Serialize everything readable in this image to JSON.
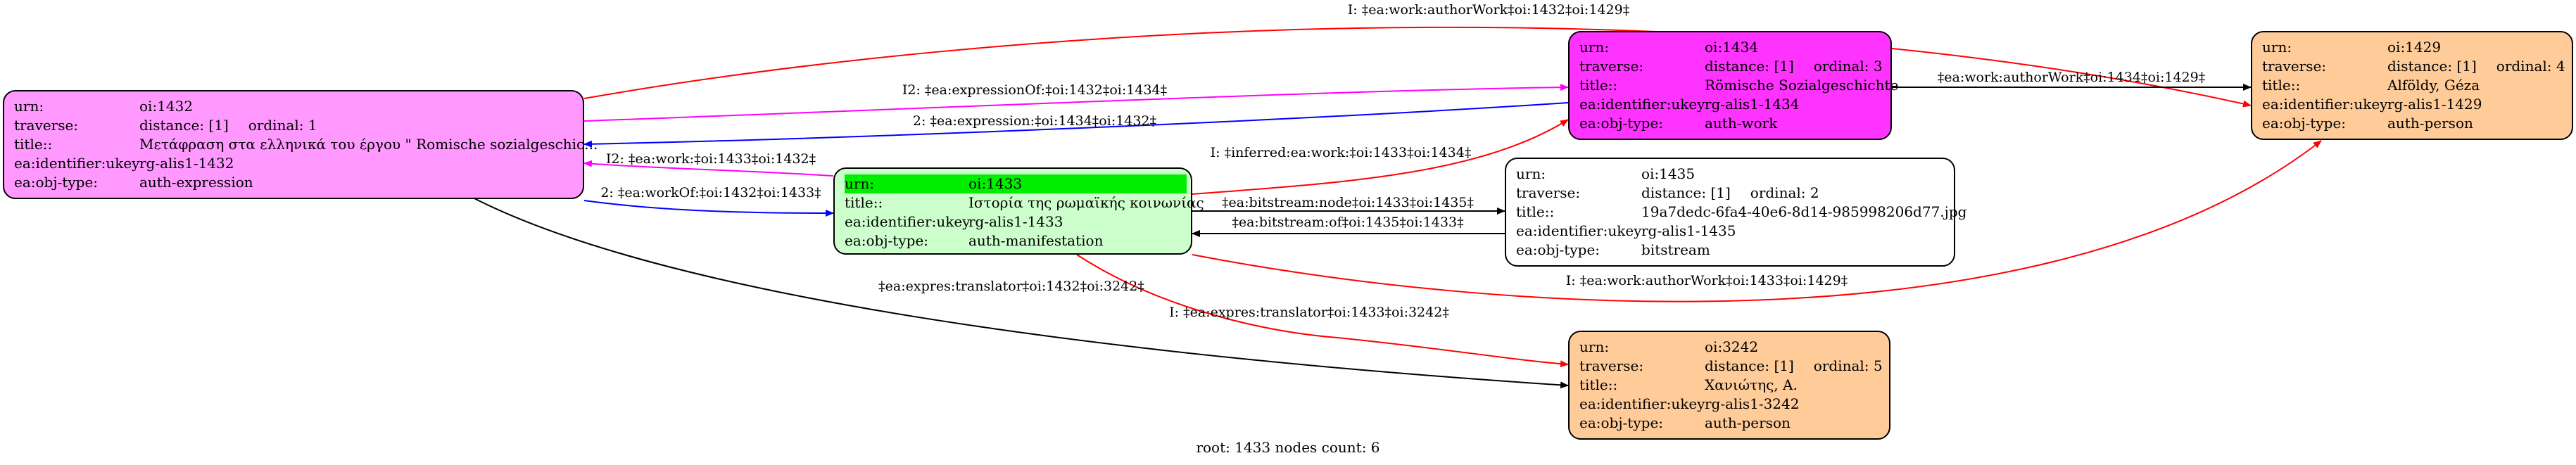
{
  "nodes": {
    "n1432": {
      "color": "#ff99ff",
      "urn_label": "urn:",
      "urn": "oi:1432",
      "traverse_label": "traverse:",
      "distance": "distance: [1]",
      "ordinal": "ordinal: 1",
      "title_label": "title::",
      "title": "Μετάφραση στα ελληνικά του έργου  \" Romische sozialgeschic...",
      "ukey_label": "ea:identifier:ukey",
      "ukey": "rg-alis1-1432",
      "type_label": "ea:obj-type:",
      "type": "auth-expression"
    },
    "n1433": {
      "color": "#ccffcc",
      "urn_label": "urn:",
      "urn": "oi:1433",
      "title_label": "title::",
      "title": "Ιστορία της ρωμαϊκής κοινωνίας",
      "ukey_label": "ea:identifier:ukey",
      "ukey": "rg-alis1-1433",
      "type_label": "ea:obj-type:",
      "type": "auth-manifestation"
    },
    "n1434": {
      "color": "#ff33ff",
      "urn_label": "urn:",
      "urn": "oi:1434",
      "traverse_label": "traverse:",
      "distance": "distance: [1]",
      "ordinal": "ordinal: 3",
      "title_label": "title::",
      "title": "Römische Sozialgeschichte",
      "ukey_label": "ea:identifier:ukey",
      "ukey": "rg-alis1-1434",
      "type_label": "ea:obj-type:",
      "type": "auth-work"
    },
    "n1435": {
      "color": "#ffffff",
      "urn_label": "urn:",
      "urn": "oi:1435",
      "traverse_label": "traverse:",
      "distance": "distance: [1]",
      "ordinal": "ordinal: 2",
      "title_label": "title::",
      "title": "19a7dedc-6fa4-40e6-8d14-985998206d77.jpg",
      "ukey_label": "ea:identifier:ukey",
      "ukey": "rg-alis1-1435",
      "type_label": "ea:obj-type:",
      "type": "bitstream"
    },
    "n1429": {
      "color": "#ffcc99",
      "urn_label": "urn:",
      "urn": "oi:1429",
      "traverse_label": "traverse:",
      "distance": "distance: [1]",
      "ordinal": "ordinal: 4",
      "title_label": "title::",
      "title": "Alföldy, Géza",
      "ukey_label": "ea:identifier:ukey",
      "ukey": "rg-alis1-1429",
      "type_label": "ea:obj-type:",
      "type": "auth-person"
    },
    "n3242": {
      "color": "#ffcc99",
      "urn_label": "urn:",
      "urn": "oi:3242",
      "traverse_label": "traverse:",
      "distance": "distance: [1]",
      "ordinal": "ordinal: 5",
      "title_label": "title::",
      "title": "Χανιώτης, Α.",
      "ukey_label": "ea:identifier:ukey",
      "ukey": "rg-alis1-3242",
      "type_label": "ea:obj-type:",
      "type": "auth-person"
    }
  },
  "edges": [
    {
      "id": "e-authorwork-1432-1429",
      "label": "I: ‡ea:work:authorWork‡oi:1432‡oi:1429‡",
      "color": "#ff0000"
    },
    {
      "id": "e-expressionof-1432-1434",
      "label": "I2: ‡ea:expressionOf:‡oi:1432‡oi:1434‡",
      "color": "#ff00ff"
    },
    {
      "id": "e-expression-1434-1432",
      "label": "2: ‡ea:expression:‡oi:1434‡oi:1432‡",
      "color": "#0000ff"
    },
    {
      "id": "e-work-1433-1432",
      "label": "I2: ‡ea:work:‡oi:1433‡oi:1432‡",
      "color": "#ff00ff"
    },
    {
      "id": "e-workof-1432-1433",
      "label": "2: ‡ea:workOf:‡oi:1432‡oi:1433‡",
      "color": "#0000ff"
    },
    {
      "id": "e-inferred-1433-1434",
      "label": "I: ‡inferred:ea:work:‡oi:1433‡oi:1434‡",
      "color": "#ff0000"
    },
    {
      "id": "e-bitstreamnode-1433-1435",
      "label": "‡ea:bitstream:node‡oi:1433‡oi:1435‡",
      "color": "#000000"
    },
    {
      "id": "e-bitstreamof-1435-1433",
      "label": "‡ea:bitstream:of‡oi:1435‡oi:1433‡",
      "color": "#000000"
    },
    {
      "id": "e-authorwork-1434-1429",
      "label": "‡ea:work:authorWork‡oi:1434‡oi:1429‡",
      "color": "#000000"
    },
    {
      "id": "e-authorwork-1433-1429",
      "label": "I: ‡ea:work:authorWork‡oi:1433‡oi:1429‡",
      "color": "#ff0000"
    },
    {
      "id": "e-translator-1432-3242",
      "label": "‡ea:expres:translator‡oi:1432‡oi:3242‡",
      "color": "#000000"
    },
    {
      "id": "e-translator-1433-3242",
      "label": "I: ‡ea:expres:translator‡oi:1433‡oi:3242‡",
      "color": "#ff0000"
    }
  ],
  "footer": "root: 1433 nodes count: 6"
}
